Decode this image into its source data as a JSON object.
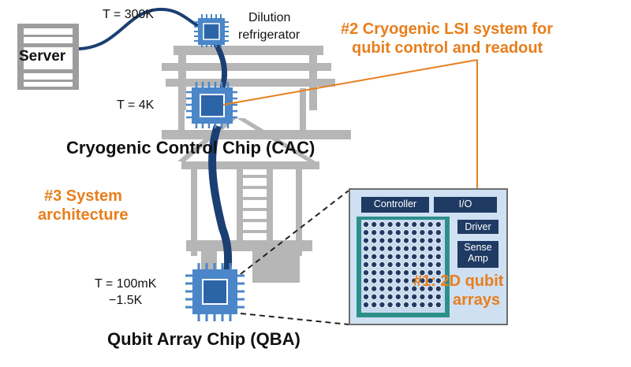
{
  "server": {
    "label": "Server"
  },
  "temps": {
    "t300": "T = 300K",
    "t4": "T = 4K",
    "t100mk_line1": "T = 100mK",
    "t100mk_line2": "−1.5K"
  },
  "dilution": {
    "line1": "Dilution",
    "line2": "refrigerator"
  },
  "callouts": {
    "lsi_line1": "#2 Cryogenic LSI system for",
    "lsi_line2": "qubit control and readout",
    "arch_line1": "#3 System",
    "arch_line2": "architecture",
    "qubit_line1": "#1: 2D qubit",
    "qubit_line2": "arrays"
  },
  "chips": {
    "cac": "Cryogenic Control Chip (CAC)",
    "qba": "Qubit Array Chip (QBA)"
  },
  "inset": {
    "controller": "Controller",
    "io": "I/O",
    "driver": "Driver",
    "sense_line1": "Sense",
    "sense_line2": "Amp"
  },
  "colors": {
    "orange": "#e87e1c",
    "chip_blue": "#4a86c8",
    "dark_blue": "#1b3f73",
    "gray": "#b4b4b4",
    "inset_bg": "#cfe0f3",
    "navy": "#1f3a63",
    "teal": "#2d8f8a"
  }
}
